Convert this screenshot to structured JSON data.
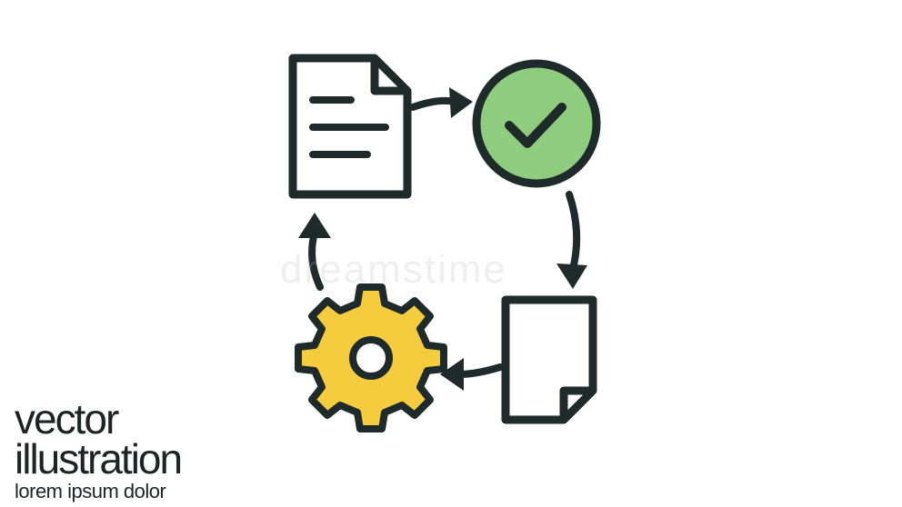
{
  "caption": {
    "line1": "vector",
    "line2": "illustration",
    "line3": "lorem ipsum dolor"
  },
  "watermark": {
    "text": "dreamstime"
  },
  "icons": [
    "document-icon",
    "check-circle-icon",
    "blank-document-icon",
    "gear-icon",
    "arrow-icon"
  ],
  "colors": {
    "stroke": "#1f2a2a",
    "check_fill": "#8fcd7e",
    "gear_fill": "#f6cc3f",
    "paper": "#ffffff"
  }
}
